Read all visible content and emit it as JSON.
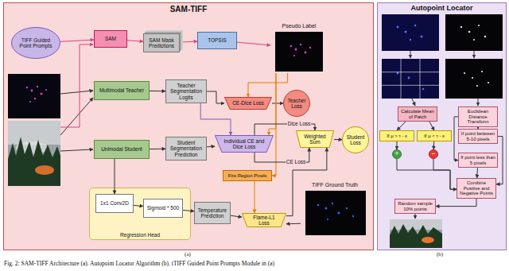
{
  "diagram": {
    "caption": "Fig. 2: SAM-TIFF Architecture (a). Autopoint Locator Algorithm (b). tTIFF Guided Point Prompts Module in (a)",
    "nodes": [
      {
        "text": [
          "SAM-TIFF"
        ]
      },
      {
        "text": [
          "TIFF Guided Point Prompts"
        ],
        "in": 0
      },
      {
        "text": [
          "SAM"
        ],
        "in": 0
      },
      {
        "text": [
          "SAM Mask Predictions"
        ],
        "in": 0
      },
      {
        "text": [
          "TOPSIS"
        ],
        "in": 0
      },
      {
        "text": [
          "Pseudo Label"
        ],
        "in": 0
      },
      {
        "text": [
          "Multimodal Teacher"
        ],
        "in": 0
      },
      {
        "text": [
          "Teacher Segmentation Logits"
        ],
        "in": 0
      },
      {
        "text": [
          "CE-Dice Loss"
        ],
        "in": 0
      },
      {
        "text": [
          "Teacher Loss"
        ],
        "in": 0
      },
      {
        "text": [
          "Unimodal Student"
        ],
        "in": 0
      },
      {
        "text": [
          "Student Segmentation Prediction"
        ],
        "in": 0
      },
      {
        "text": [
          "Individual CE and Dice Loss"
        ],
        "in": 0
      },
      {
        "text": [
          "Weighted Sum"
        ],
        "in": 0
      },
      {
        "text": [
          "Student Loss"
        ],
        "in": 0
      },
      {
        "text": [
          "Fire Region Pixels"
        ],
        "in": 0
      },
      {
        "text": [
          "Regression Head"
        ],
        "in": 0
      },
      {
        "text": [
          "1x1 Conv2D"
        ],
        "in": 16
      },
      {
        "text": [
          "Sigmoid * 500"
        ],
        "in": 16
      },
      {
        "text": [
          "Temperature Prediction"
        ],
        "in": 0
      },
      {
        "text": [
          "Flame-L1 Loss"
        ],
        "in": 0
      },
      {
        "text": [
          "TIFF Ground Truth"
        ],
        "in": 0
      },
      {
        "text": [
          "Autopoint Locator"
        ]
      },
      {
        "text": [
          "Calculate Mean of Patch"
        ],
        "in": 22
      },
      {
        "text": [
          "If μ > τ - ε"
        ],
        "in": 22
      },
      {
        "text": [
          "If μ < τ - ε"
        ],
        "in": 22
      },
      {
        "text": [
          "+"
        ],
        "in": 22
      },
      {
        "text": [
          "−"
        ],
        "in": 22
      },
      {
        "text": [
          "Euclidean Distance Transform"
        ],
        "in": 22
      },
      {
        "text": [
          "If point between 5-10 pixels"
        ],
        "in": 22
      },
      {
        "text": [
          "If point less than 5 pixels"
        ],
        "in": 22
      },
      {
        "text": [
          "Combine Positive and Negative Points"
        ],
        "in": 22
      },
      {
        "text": [
          "Random sample 10% points"
        ],
        "in": 22
      }
    ],
    "edges": [
      {
        "from": 1,
        "to": 2,
        "arrow": "to"
      },
      {
        "from": 2,
        "to": 3,
        "arrow": "to"
      },
      {
        "from": 3,
        "to": 4,
        "arrow": "to"
      },
      {
        "from": 4,
        "to": 5,
        "arrow": "to"
      },
      {
        "from": 6,
        "to": 7,
        "arrow": "to"
      },
      {
        "from": 7,
        "to": 8,
        "arrow": "to"
      },
      {
        "from": 5,
        "to": 8,
        "arrow": "to"
      },
      {
        "from": 8,
        "to": 9,
        "arrow": "to"
      },
      {
        "from": 7,
        "to": 12,
        "arrow": "to"
      },
      {
        "from": 5,
        "to": 12,
        "arrow": "to"
      },
      {
        "from": 5,
        "to": 15,
        "arrow": "to"
      },
      {
        "from": 10,
        "to": 11,
        "arrow": "to"
      },
      {
        "from": 11,
        "to": 12,
        "arrow": "to"
      },
      {
        "from": 12,
        "to": 13,
        "label": "Dice Loss",
        "arrow": "to"
      },
      {
        "from": 12,
        "to": 13,
        "label": "CE Loss",
        "arrow": "to"
      },
      {
        "from": 13,
        "to": 14,
        "arrow": "to"
      },
      {
        "from": 15,
        "to": 20,
        "arrow": "to"
      },
      {
        "from": 20,
        "to": 13,
        "arrow": "to"
      },
      {
        "from": 10,
        "to": 17,
        "arrow": "to"
      },
      {
        "from": 17,
        "to": 18,
        "arrow": "to"
      },
      {
        "from": 18,
        "to": 19,
        "arrow": "to"
      },
      {
        "from": 19,
        "to": 20,
        "arrow": "to"
      },
      {
        "from": 21,
        "to": 20,
        "arrow": "to"
      },
      {
        "from": 23,
        "to": 24,
        "arrow": "to"
      },
      {
        "from": 23,
        "to": 25,
        "arrow": "to"
      },
      {
        "from": 24,
        "to": 26,
        "arrow": "to"
      },
      {
        "from": 25,
        "to": 27,
        "arrow": "to"
      },
      {
        "from": 28,
        "to": 29,
        "arrow": "to"
      },
      {
        "from": 28,
        "to": 30,
        "arrow": "to"
      },
      {
        "from": 29,
        "to": 31,
        "arrow": "to"
      },
      {
        "from": 30,
        "to": 31,
        "arrow": "to"
      },
      {
        "from": 26,
        "to": 31,
        "arrow": "to"
      },
      {
        "from": 27,
        "to": 31,
        "arrow": "to"
      },
      {
        "from": 31,
        "to": 32,
        "arrow": "to"
      }
    ],
    "labels": [
      "(a)",
      "(b)"
    ]
  }
}
